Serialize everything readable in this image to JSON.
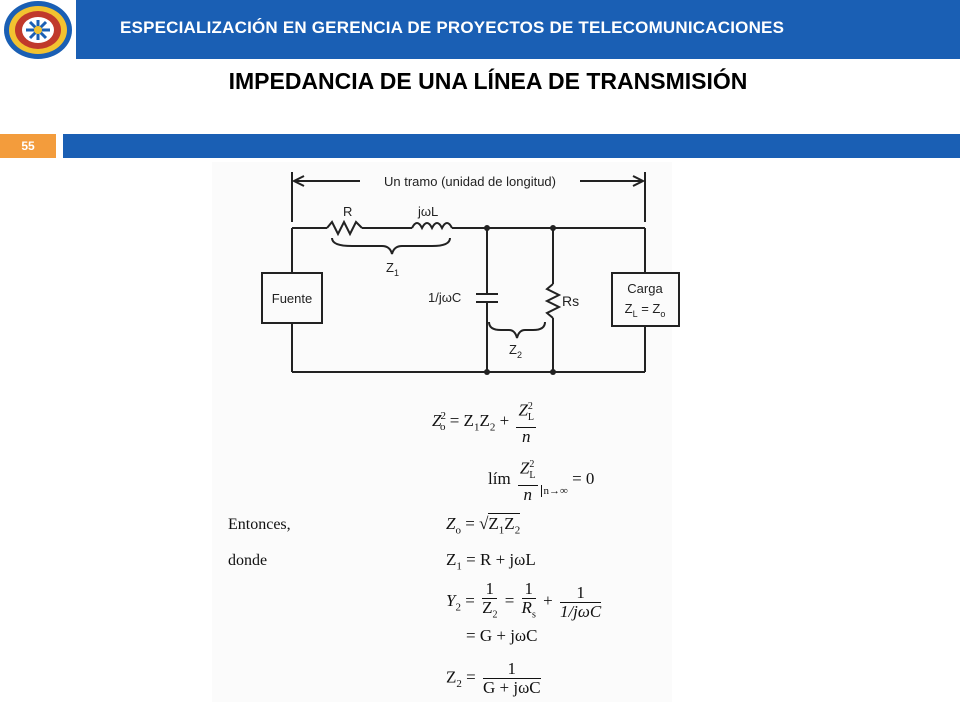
{
  "header": {
    "program": "ESPECIALIZACIÓN EN GERENCIA DE PROYECTOS DE TELECOMUNICACIONES",
    "logo_icon": "university-seal-icon"
  },
  "slide": {
    "title": "IMPEDANCIA DE UNA LÍNEA DE TRANSMISIÓN",
    "page_number": "55"
  },
  "colors": {
    "header_blue": "#1a5fb4",
    "page_orange": "#f39c3c"
  },
  "circuit": {
    "span_label": "Un tramo (unidad de longitud)",
    "r_label": "R",
    "l_label": "jωL",
    "z1_label": "Z",
    "z1_sub": "1",
    "source_label": "Fuente",
    "c_label": "1/jωC",
    "rs_label": "Rs",
    "z2_label": "Z",
    "z2_sub": "2",
    "load_label": "Carga",
    "load_eq": "Z",
    "load_eq_sub_l": "L",
    "load_eq_mid": " = Z",
    "load_eq_sub_o": "o"
  },
  "text": {
    "entonces": "Entonces,",
    "donde": "donde"
  },
  "equations": {
    "e1_lhs": "Z",
    "e1_sub": "o",
    "e1_sup": "2",
    "e1_mid": " = Z",
    "e1_mid_sub": "1",
    "e1_mid2": "Z",
    "e1_mid2_sub": "2",
    "e1_plus": "+",
    "e1_num": "Z",
    "e1_num_sub": "L",
    "e1_num_sup": "2",
    "e1_den": "n",
    "e2_lim": "lím",
    "e2_num": "Z",
    "e2_num_sub": "L",
    "e2_num_sup": "2",
    "e2_den": "n",
    "e2_cond": "n→∞",
    "e2_rhs": "= 0",
    "e3_lhs": "Z",
    "e3_sub": "o",
    "e3_eq": "=",
    "e3_root": "√",
    "e3_in": "Z",
    "e3_in_sub1": "1",
    "e3_in2": "Z",
    "e3_in_sub2": "2",
    "e4_lhs": "Z",
    "e4_sub": "1",
    "e4_rhs": "= R + jωL",
    "e5_lhs": "Y",
    "e5_sub": "2",
    "e5_eq": "=",
    "e5_f1_num": "1",
    "e5_f1_den": "Z",
    "e5_f1_den_sub": "2",
    "e5_f2_num": "1",
    "e5_f2_den": "R",
    "e5_f2_den_sub": "s",
    "e5_plus": "+",
    "e5_f3_num": "1",
    "e5_f3_den": "1/jωC",
    "e6": "= G + jωC",
    "e7_lhs": "Z",
    "e7_sub": "2",
    "e7_eq": "=",
    "e7_num": "1",
    "e7_den": "G + jωC"
  }
}
